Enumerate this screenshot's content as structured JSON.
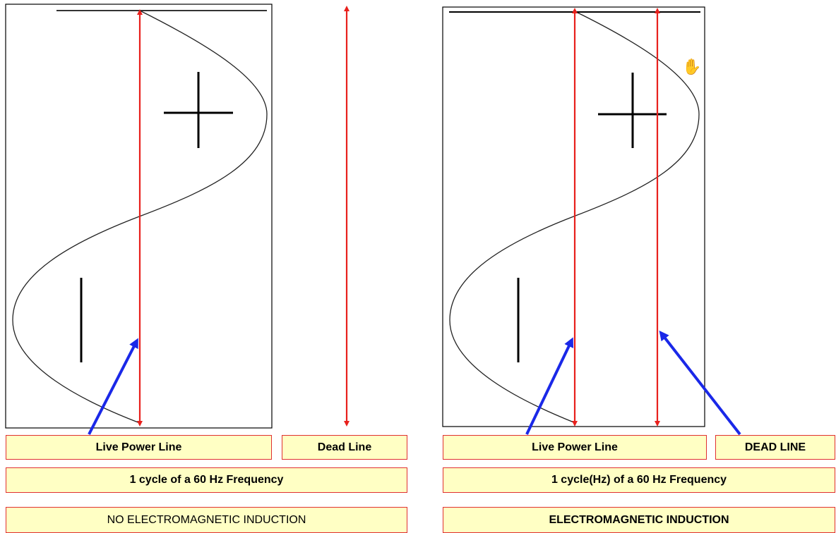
{
  "left_panel": {
    "live_line_label": "Live Power Line",
    "dead_line_label": "Dead Line",
    "cycle_label": "1 cycle of a 60 Hz Frequency",
    "induction_label": "NO ELECTROMAGNETIC INDUCTION"
  },
  "right_panel": {
    "live_line_label": "Live Power Line",
    "dead_line_label": "DEAD LINE",
    "cycle_label": "1 cycle(Hz) of a 60 Hz Frequency",
    "induction_label": "ELECTROMAGNETIC INDUCTION"
  },
  "colors": {
    "power_line": "#e8201c",
    "pointer_arrow": "#1a28e8",
    "label_fill": "#ffffc4",
    "label_border": "#e03030"
  },
  "icons": [
    "plus-sign",
    "minus-sign",
    "hand-cursor-icon",
    "pointer-arrow"
  ]
}
